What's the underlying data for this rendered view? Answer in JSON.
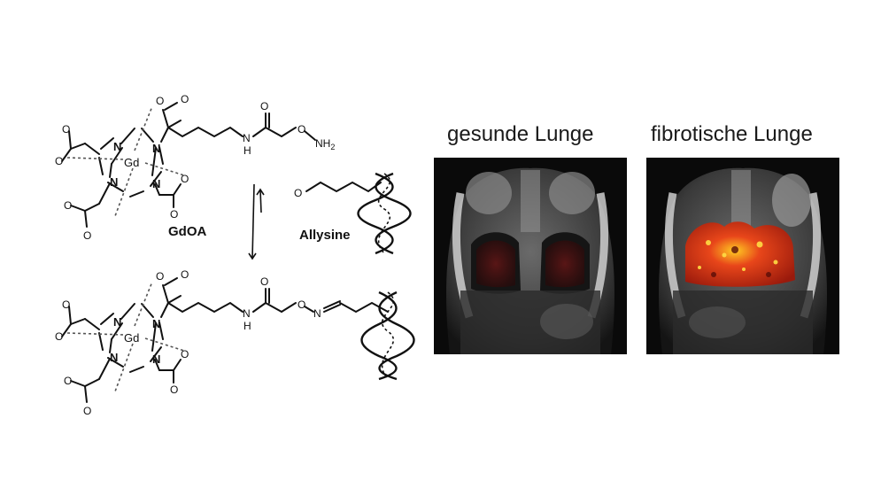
{
  "labels": {
    "reagent": "GdOA",
    "target": "Allysine",
    "metal": "Gd",
    "amine": "N",
    "nh": "N",
    "h": "H",
    "oxygen": "O",
    "nh2": "NH",
    "nh2_sub": "2"
  },
  "panels": {
    "healthy_title": "gesunde Lunge",
    "fibrotic_title": "fibrotische Lunge"
  },
  "colors": {
    "ink": "#111111",
    "mri_background": "#0a0a0a",
    "lung_signal_weak": "#5a1212",
    "lung_signal_strong": "#d6330f",
    "lung_signal_hot": "#ffcc22"
  }
}
